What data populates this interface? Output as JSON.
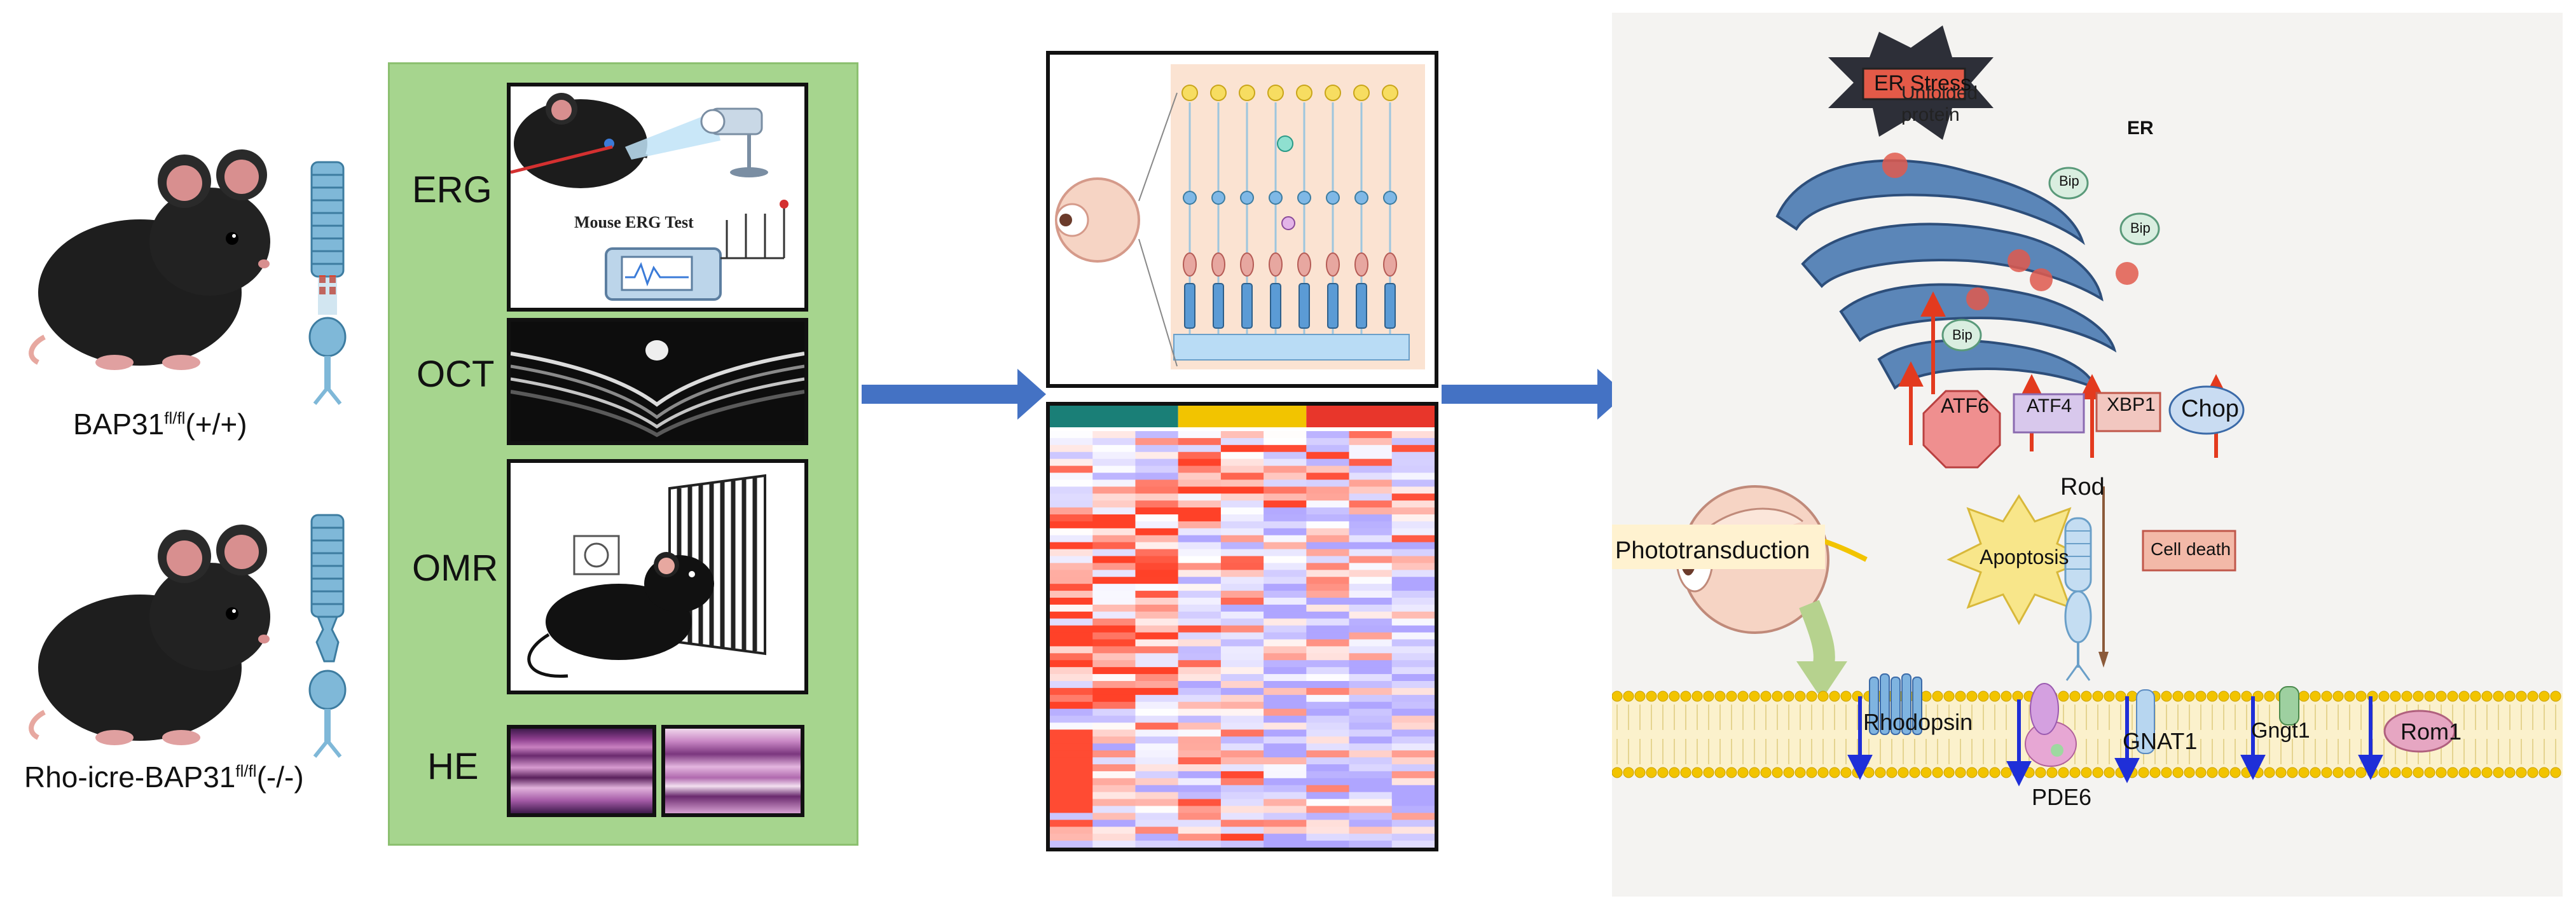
{
  "left": {
    "genotype_wt": {
      "base": "BAP31",
      "sup": "fl/fl",
      "suffix": "(+/+)"
    },
    "genotype_ko": {
      "base": "Rho-icre-BAP31",
      "sup": "fl/fl",
      "suffix": "(-/-)"
    }
  },
  "assays": {
    "erg": {
      "label": "ERG",
      "caption": "Mouse ERG Test"
    },
    "oct": {
      "label": "OCT"
    },
    "omr": {
      "label": "OMR"
    },
    "he": {
      "label": "HE"
    }
  },
  "pathway": {
    "er_stress": "ER Stress",
    "unfolded_protein": "Unfolded\nprotein",
    "er": "ER",
    "bip": "Bip",
    "atf6": "ATF6",
    "atf4": "ATF4",
    "xbp1": "XBP1",
    "chop": "Chop",
    "rod": "Rod",
    "apoptosis": "Apoptosis",
    "cell_death": "Cell death",
    "phototransduction": "Phototransduction",
    "rhodopsin": "Rhodopsin",
    "pde6": "PDE6",
    "gnat1": "GNAT1",
    "gngt1": "Gngt1",
    "rom1": "Rom1"
  },
  "colors": {
    "assay_panel": "#a6d58e",
    "arrow_blue": "#4472c4",
    "up_arrow": "#e33a1e",
    "down_arrow": "#1f2fd8",
    "heat_group_teal": "#1a7f77",
    "heat_group_yellow": "#f2c400",
    "heat_group_red": "#e8362b"
  }
}
